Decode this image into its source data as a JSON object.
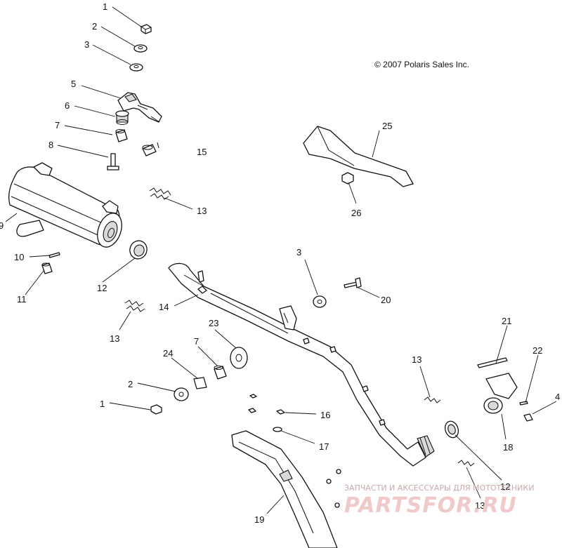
{
  "copyright": "© 2007 Polaris Sales Inc.",
  "watermark": {
    "tagline": "ЗАПЧАСТИ И АКСЕССУАРЫ ДЛЯ МОТОТЕХНИКИ",
    "site": "PARTSFOR.RU"
  },
  "callouts": [
    "1",
    "2",
    "3",
    "5",
    "6",
    "7",
    "8",
    "15",
    "9",
    "13",
    "10",
    "11",
    "12",
    "13",
    "25",
    "26",
    "3",
    "14",
    "20",
    "23",
    "7",
    "24",
    "2",
    "1",
    "13",
    "21",
    "22",
    "4",
    "18",
    "16",
    "17",
    "12",
    "13",
    "19"
  ]
}
